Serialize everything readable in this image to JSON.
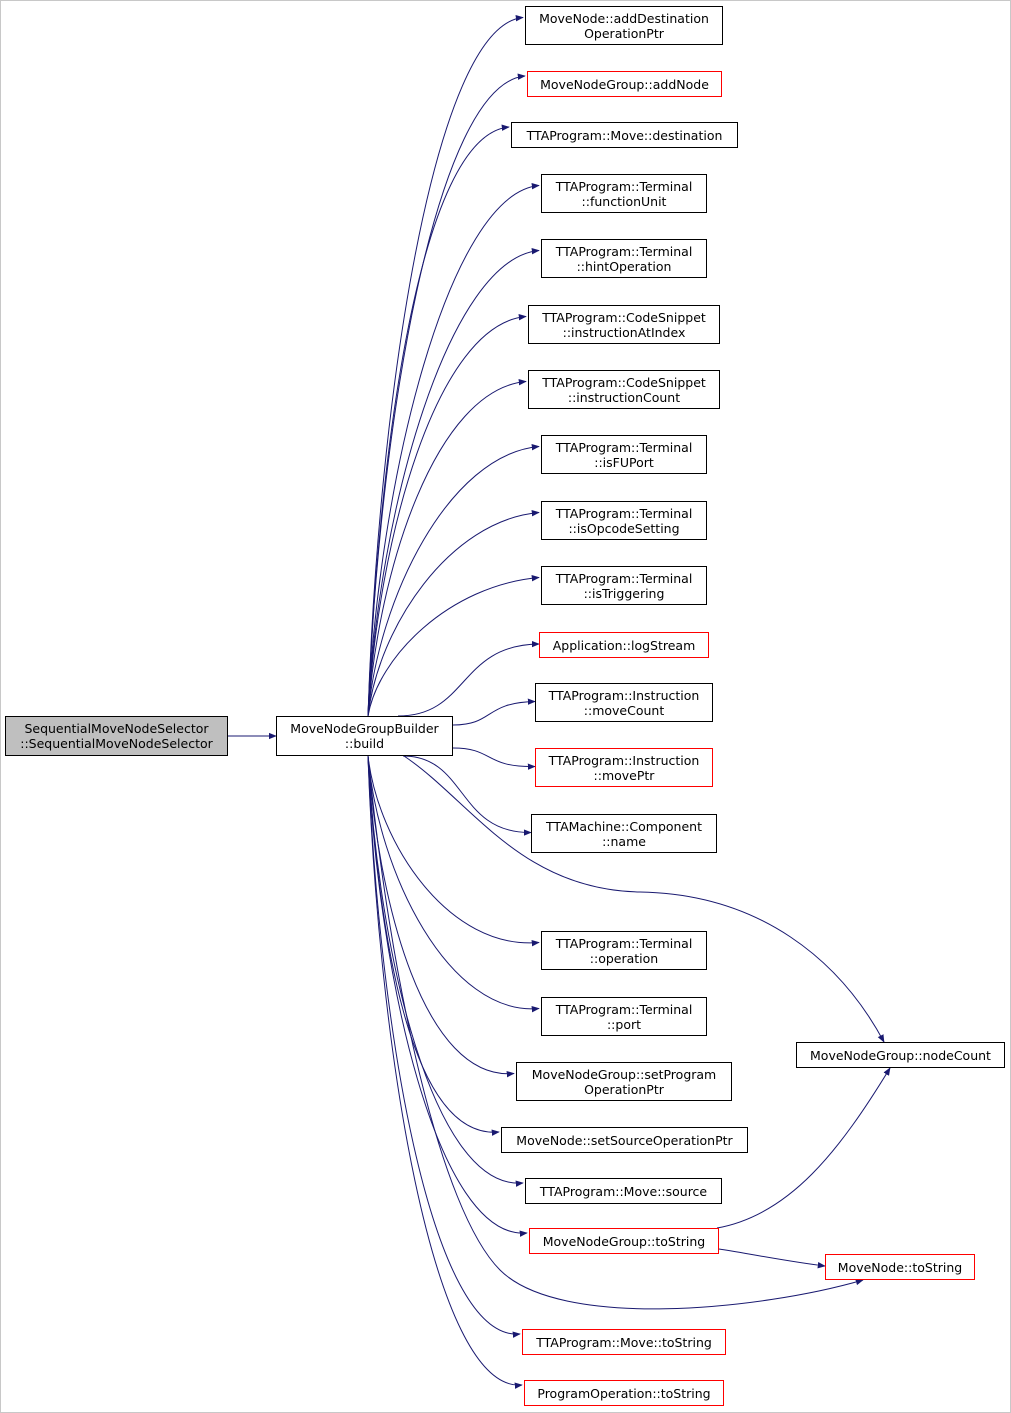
{
  "colors": {
    "edge": "#191970",
    "link_border": "#000000",
    "incomplete_border": "#ff0000",
    "current_fill": "#bfbfbf"
  },
  "nodes": [
    {
      "id": "selector",
      "lines": [
        "SequentialMoveNodeSelector",
        "::SequentialMoveNodeSelector"
      ],
      "style": "grey"
    },
    {
      "id": "build",
      "lines": [
        "MoveNodeGroupBuilder",
        "::build"
      ],
      "style": "black"
    },
    {
      "id": "addDestOp",
      "lines": [
        "MoveNode::addDestination",
        "OperationPtr"
      ],
      "style": "black"
    },
    {
      "id": "addNode",
      "lines": [
        "MoveNodeGroup::addNode"
      ],
      "style": "red"
    },
    {
      "id": "destination",
      "lines": [
        "TTAProgram::Move::destination"
      ],
      "style": "black"
    },
    {
      "id": "functionUnit",
      "lines": [
        "TTAProgram::Terminal",
        "::functionUnit"
      ],
      "style": "black"
    },
    {
      "id": "hintOperation",
      "lines": [
        "TTAProgram::Terminal",
        "::hintOperation"
      ],
      "style": "black"
    },
    {
      "id": "instrAtIndex",
      "lines": [
        "TTAProgram::CodeSnippet",
        "::instructionAtIndex"
      ],
      "style": "black"
    },
    {
      "id": "instrCount",
      "lines": [
        "TTAProgram::CodeSnippet",
        "::instructionCount"
      ],
      "style": "black"
    },
    {
      "id": "isFUPort",
      "lines": [
        "TTAProgram::Terminal",
        "::isFUPort"
      ],
      "style": "black"
    },
    {
      "id": "isOpcode",
      "lines": [
        "TTAProgram::Terminal",
        "::isOpcodeSetting"
      ],
      "style": "black"
    },
    {
      "id": "isTrig",
      "lines": [
        "TTAProgram::Terminal",
        "::isTriggering"
      ],
      "style": "black"
    },
    {
      "id": "logStream",
      "lines": [
        "Application::logStream"
      ],
      "style": "red"
    },
    {
      "id": "moveCount",
      "lines": [
        "TTAProgram::Instruction",
        "::moveCount"
      ],
      "style": "black"
    },
    {
      "id": "movePtr",
      "lines": [
        "TTAProgram::Instruction",
        "::movePtr"
      ],
      "style": "red"
    },
    {
      "id": "compName",
      "lines": [
        "TTAMachine::Component",
        "::name"
      ],
      "style": "black"
    },
    {
      "id": "operation",
      "lines": [
        "TTAProgram::Terminal",
        "::operation"
      ],
      "style": "black"
    },
    {
      "id": "port",
      "lines": [
        "TTAProgram::Terminal",
        "::port"
      ],
      "style": "black"
    },
    {
      "id": "setProgOp",
      "lines": [
        "MoveNodeGroup::setProgram",
        "OperationPtr"
      ],
      "style": "black"
    },
    {
      "id": "setSrcOp",
      "lines": [
        "MoveNode::setSourceOperationPtr"
      ],
      "style": "black"
    },
    {
      "id": "moveSource",
      "lines": [
        "TTAProgram::Move::source"
      ],
      "style": "black"
    },
    {
      "id": "mngToString",
      "lines": [
        "MoveNodeGroup::toString"
      ],
      "style": "red"
    },
    {
      "id": "moveToString",
      "lines": [
        "TTAProgram::Move::toString"
      ],
      "style": "red"
    },
    {
      "id": "progOpToString",
      "lines": [
        "ProgramOperation::toString"
      ],
      "style": "red"
    },
    {
      "id": "nodeCount",
      "lines": [
        "MoveNodeGroup::nodeCount"
      ],
      "style": "black"
    },
    {
      "id": "mnToString",
      "lines": [
        "MoveNode::toString"
      ],
      "style": "red"
    }
  ],
  "edges": [
    [
      "selector",
      "build"
    ],
    [
      "build",
      "addDestOp"
    ],
    [
      "build",
      "addNode"
    ],
    [
      "build",
      "destination"
    ],
    [
      "build",
      "functionUnit"
    ],
    [
      "build",
      "hintOperation"
    ],
    [
      "build",
      "instrAtIndex"
    ],
    [
      "build",
      "instrCount"
    ],
    [
      "build",
      "isFUPort"
    ],
    [
      "build",
      "isOpcode"
    ],
    [
      "build",
      "isTrig"
    ],
    [
      "build",
      "logStream"
    ],
    [
      "build",
      "moveCount"
    ],
    [
      "build",
      "movePtr"
    ],
    [
      "build",
      "compName"
    ],
    [
      "build",
      "nodeCount"
    ],
    [
      "build",
      "operation"
    ],
    [
      "build",
      "port"
    ],
    [
      "build",
      "setProgOp"
    ],
    [
      "build",
      "setSrcOp"
    ],
    [
      "build",
      "moveSource"
    ],
    [
      "build",
      "mngToString"
    ],
    [
      "build",
      "mnToString"
    ],
    [
      "build",
      "moveToString"
    ],
    [
      "build",
      "progOpToString"
    ],
    [
      "mngToString",
      "nodeCount"
    ],
    [
      "mngToString",
      "mnToString"
    ]
  ]
}
